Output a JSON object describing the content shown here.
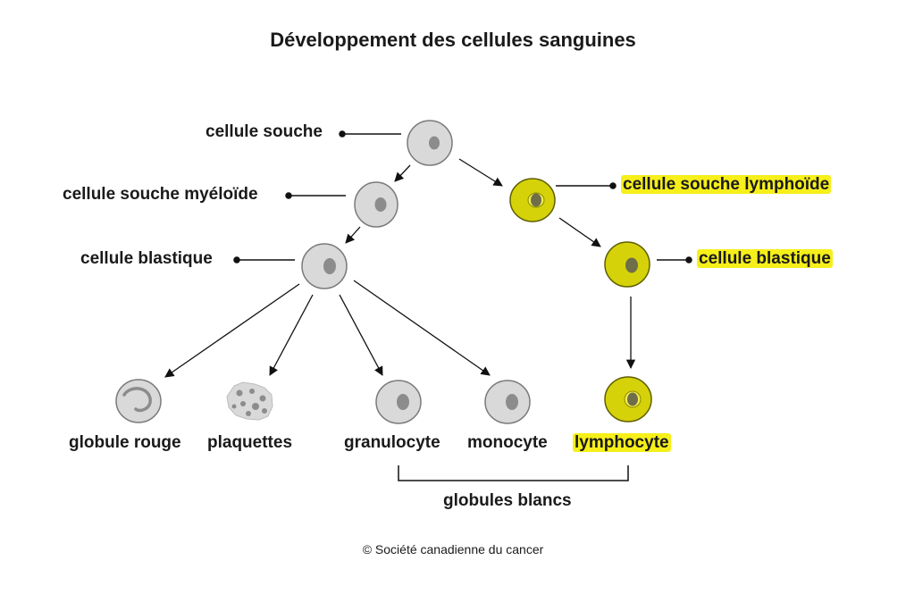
{
  "title": "Développement des cellules sanguines",
  "labels": {
    "stem_cell": "cellule souche",
    "myeloid_stem_cell": "cellule souche myéloïde",
    "myeloid_blast": "cellule blastique",
    "lymphoid_stem_cell": "cellule souche lymphoïde",
    "lymphoid_blast": "cellule blastique",
    "red_blood_cell": "globule rouge",
    "platelets": "plaquettes",
    "granulocyte": "granulocyte",
    "monocyte": "monocyte",
    "lymphocyte": "lymphocyte",
    "white_blood_cells": "globules blancs"
  },
  "credit": "© Société canadienne du cancer",
  "colors": {
    "cell_gray_fill": "#d9d9d9",
    "cell_gray_stroke": "#7a7a7a",
    "nucleus_gray": "#8c8c8c",
    "lymphoid_fill": "#d6d20a",
    "lymphoid_stroke": "#8a8a00",
    "highlight": "#f6ef1a"
  }
}
